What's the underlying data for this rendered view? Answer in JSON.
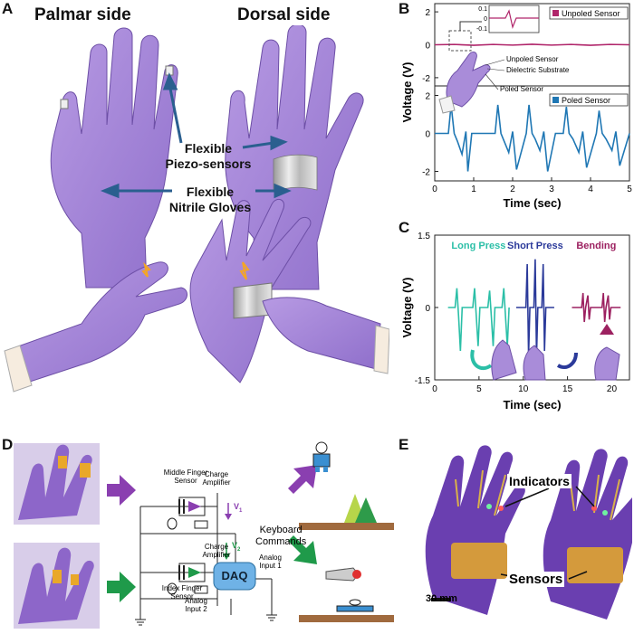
{
  "panel_a": {
    "label": "A",
    "palmar_title": "Palmar side",
    "dorsal_title": "Dorsal side",
    "sensor_label_1": "Flexible",
    "sensor_label_2": "Piezo-sensors",
    "glove_label_1": "Flexible",
    "glove_label_2": "Nitrile Gloves"
  },
  "panel_b": {
    "label": "B",
    "inset_ticks": [
      "0.1",
      "0",
      "-0.1"
    ],
    "annotations": [
      "Unpoled Sensor",
      "Dielectric Substrate",
      "Poled Sensor"
    ]
  },
  "panel_c": {
    "label": "C"
  },
  "panel_d": {
    "label": "D",
    "middle_sensor_1": "Middle Finger",
    "middle_sensor_2": "Sensor",
    "index_sensor_1": "Index Finger",
    "index_sensor_2": "Sensor",
    "charge_amp_1": "Charge",
    "charge_amp_2": "Amplifier",
    "v1": "V",
    "v1_sub": "1",
    "v2": "V",
    "v2_sub": "2",
    "keyboard_1": "Keyboard",
    "keyboard_2": "Commands",
    "analog1_1": "Analog",
    "analog1_2": "Input 1",
    "analog2_1": "Analog",
    "analog2_2": "Input 2",
    "daq": "DAQ"
  },
  "panel_e": {
    "label": "E",
    "indicators": "Indicators",
    "sensors": "Sensors",
    "scale": "30 mm"
  },
  "colors": {
    "glove": "#a98cd9",
    "glove_dark": "#7e5cb8",
    "unpoled": "#b0256a",
    "poled": "#1f77b4",
    "long_press": "#2bbfa7",
    "short_press": "#2b3a9a",
    "bending": "#9c2160",
    "arrow_purple": "#8a3fb0",
    "arrow_green": "#1f9a4a",
    "daq": "#6fb2e6"
  },
  "chart_data": [
    {
      "type": "line",
      "panel": "B",
      "xlabel": "Time (sec)",
      "ylabel": "Voltage (V)",
      "xlim": [
        0,
        5
      ],
      "x_ticks": [
        0,
        1,
        2,
        3,
        4,
        5
      ],
      "subplots": [
        {
          "ylim": [
            -2.5,
            2.5
          ],
          "y_ticks": [
            2,
            0,
            -2
          ],
          "series": [
            {
              "name": "Unpoled Sensor",
              "color": "#b0256a",
              "x": [
                0,
                0.5,
                1.0,
                1.5,
                2.0,
                2.5,
                3.0,
                3.5,
                4.0,
                4.5,
                5.0
              ],
              "y": [
                0,
                0.02,
                -0.03,
                0.02,
                -0.02,
                0.03,
                -0.02,
                0.02,
                -0.03,
                0.02,
                0
              ]
            }
          ]
        },
        {
          "ylim": [
            -2.5,
            2.5
          ],
          "y_ticks": [
            2,
            0,
            -2
          ],
          "series": [
            {
              "name": "Poled Sensor",
              "color": "#1f77b4",
              "x": [
                0.0,
                0.35,
                0.42,
                0.5,
                0.58,
                0.7,
                0.8,
                0.85,
                0.95,
                1.2,
                1.55,
                1.62,
                1.7,
                1.78,
                1.9,
                2.0,
                2.1,
                2.35,
                2.42,
                2.5,
                2.58,
                2.7,
                2.8,
                2.9,
                3.1,
                3.3,
                3.38,
                3.45,
                3.55,
                3.7,
                3.8,
                3.9,
                4.15,
                4.22,
                4.3,
                4.4,
                4.55,
                4.65,
                4.75,
                5.0
              ],
              "y": [
                0.0,
                0.0,
                1.5,
                0.0,
                -0.4,
                -1.1,
                0.1,
                -2.0,
                0.0,
                0.0,
                0.0,
                1.5,
                0.0,
                -0.4,
                -1.0,
                0.1,
                -1.9,
                0.0,
                1.5,
                0.0,
                -0.3,
                -0.9,
                0.1,
                -2.0,
                0.0,
                0.0,
                1.4,
                0.0,
                -0.3,
                -1.0,
                0.1,
                -1.8,
                0.0,
                1.2,
                0.0,
                -0.3,
                -0.9,
                0.1,
                -1.7,
                0.0
              ]
            }
          ]
        }
      ]
    },
    {
      "type": "line",
      "panel": "C",
      "xlabel": "Time (sec)",
      "ylabel": "Voltage (V)",
      "xlim": [
        0,
        22
      ],
      "ylim": [
        -1.5,
        1.5
      ],
      "x_ticks": [
        0,
        5,
        10,
        15,
        20
      ],
      "y_ticks": [
        1.5,
        0,
        -1.5
      ],
      "series": [
        {
          "name": "Long Press",
          "color": "#2bbfa7",
          "x": [
            1.5,
            2.3,
            2.5,
            2.7,
            2.9,
            3.1,
            4.3,
            4.5,
            4.7,
            4.9,
            5.1,
            6.0,
            6.2,
            6.4,
            6.6,
            6.8,
            7.6,
            7.8,
            8.0,
            8.2,
            8.4
          ],
          "y": [
            0,
            0,
            0.4,
            -0.2,
            -0.9,
            0,
            0,
            0.4,
            -0.2,
            -0.8,
            0,
            0,
            0.35,
            -0.2,
            -0.8,
            0,
            0,
            0.4,
            -0.2,
            -0.8,
            0
          ]
        },
        {
          "name": "Short Press",
          "color": "#2b3a9a",
          "x": [
            9.2,
            10.3,
            10.45,
            10.6,
            10.75,
            11.2,
            11.35,
            11.5,
            11.65,
            12.1,
            12.25,
            12.4,
            12.55,
            13.5
          ],
          "y": [
            0,
            0,
            0.9,
            -1.0,
            0,
            0,
            1.0,
            -1.0,
            0,
            0,
            0.9,
            -0.9,
            0,
            0
          ]
        },
        {
          "name": "Bending",
          "color": "#9c2160",
          "x": [
            15.5,
            16.6,
            16.75,
            16.9,
            17.05,
            17.3,
            17.45,
            17.6,
            18.9,
            19.05,
            19.2,
            19.35,
            19.6,
            19.75,
            19.9,
            21.0
          ],
          "y": [
            0,
            0,
            0.3,
            -0.3,
            0,
            0.25,
            -0.25,
            0,
            0,
            0.3,
            -0.3,
            0,
            0.25,
            -0.25,
            0,
            0
          ]
        }
      ]
    }
  ]
}
